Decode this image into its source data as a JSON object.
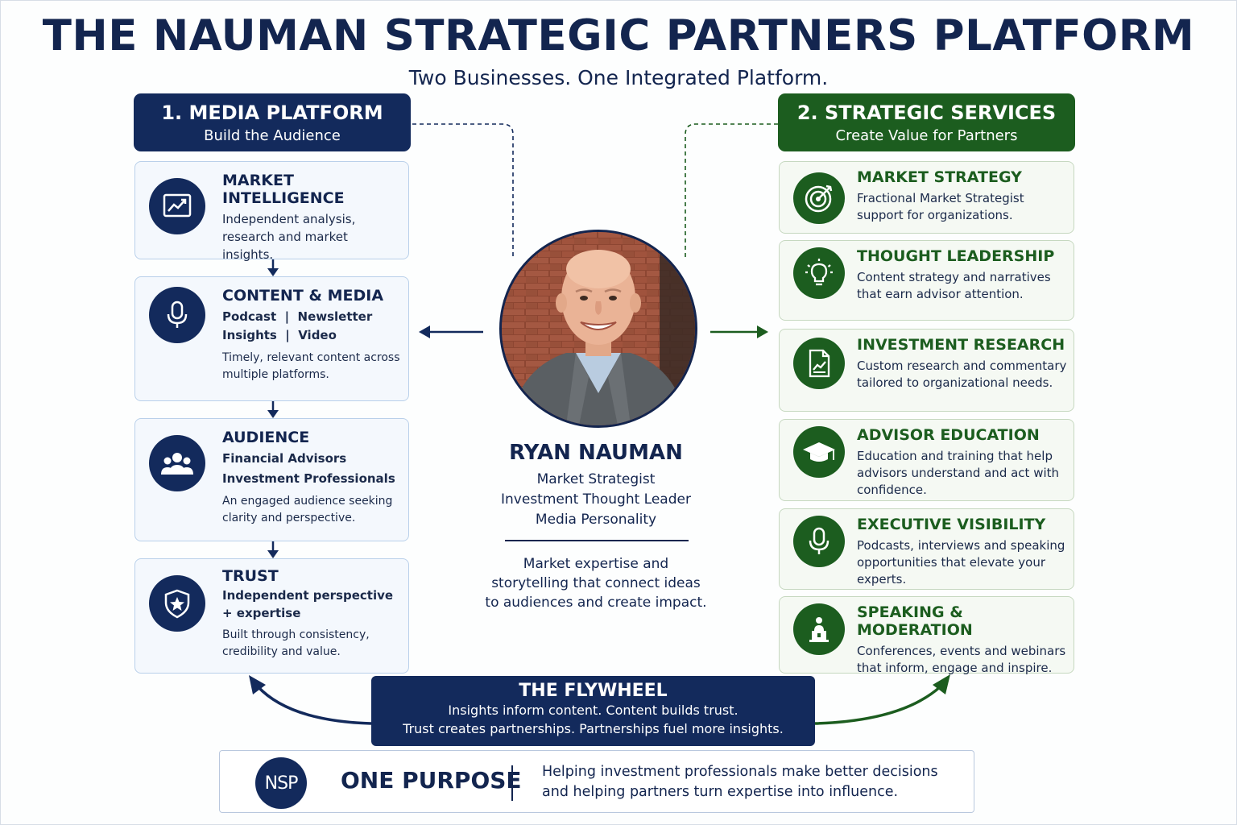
{
  "header": {
    "title": "THE NAUMAN STRATEGIC PARTNERS PLATFORM",
    "subtitle": "Two Businesses. One Integrated Platform."
  },
  "media_platform": {
    "title": "1. MEDIA PLATFORM",
    "subtitle": "Build the Audience",
    "cards": [
      {
        "title": "MARKET INTELLIGENCE",
        "icon": "line-chart-icon",
        "desc": "Independent analysis, research and market insights."
      },
      {
        "title": "CONTENT & MEDIA",
        "icon": "microphone-icon",
        "line1": "Podcast  |  Newsletter",
        "line2": "Insights  |  Video",
        "desc": "Timely, relevant content across multiple platforms."
      },
      {
        "title": "AUDIENCE",
        "icon": "people-icon",
        "line1": "Financial Advisors",
        "line2": "Investment Professionals",
        "desc": "An engaged audience seeking clarity and perspective."
      },
      {
        "title": "TRUST",
        "icon": "shield-star-icon",
        "line1": "Independent perspective",
        "line2": "+ expertise",
        "desc": "Built through consistency, credibility and value."
      }
    ]
  },
  "strategic_services": {
    "title": "2. STRATEGIC SERVICES",
    "subtitle": "Create Value for Partners",
    "cards": [
      {
        "title": "MARKET STRATEGY",
        "icon": "target-icon",
        "desc": "Fractional Market Strategist support for organizations."
      },
      {
        "title": "THOUGHT LEADERSHIP",
        "icon": "lightbulb-icon",
        "desc": "Content strategy and narratives that earn advisor attention."
      },
      {
        "title": "INVESTMENT RESEARCH",
        "icon": "document-chart-icon",
        "desc": "Custom research and commentary tailored to organizational needs."
      },
      {
        "title": "ADVISOR EDUCATION",
        "icon": "graduation-cap-icon",
        "desc": "Education and training that help advisors understand and act with confidence."
      },
      {
        "title": "EXECUTIVE VISIBILITY",
        "icon": "microphone-icon",
        "desc": "Podcasts, interviews and speaking opportunities that elevate your experts."
      },
      {
        "title": "SPEAKING & MODERATION",
        "icon": "podium-speaker-icon",
        "desc": "Conferences, events and webinars that inform, engage and inspire."
      }
    ]
  },
  "center": {
    "name": "RYAN NAUMAN",
    "roles": [
      "Market Strategist",
      "Investment Thought Leader",
      "Media Personality"
    ],
    "description": "Market expertise and storytelling that connect ideas to audiences and create impact."
  },
  "flywheel": {
    "title": "THE FLYWHEEL",
    "line1": "Insights inform content. Content builds trust.",
    "line2": "Trust creates partnerships. Partnerships fuel more insights."
  },
  "purpose": {
    "logo": "NSP",
    "title": "ONE PURPOSE",
    "line1": "Helping investment professionals make better decisions",
    "line2": "and helping partners turn expertise into influence."
  },
  "colors": {
    "navy": "#132a5c",
    "green": "#1c5d1f",
    "card_blue": "#f4f8fd",
    "card_green": "#f5f9f3"
  }
}
